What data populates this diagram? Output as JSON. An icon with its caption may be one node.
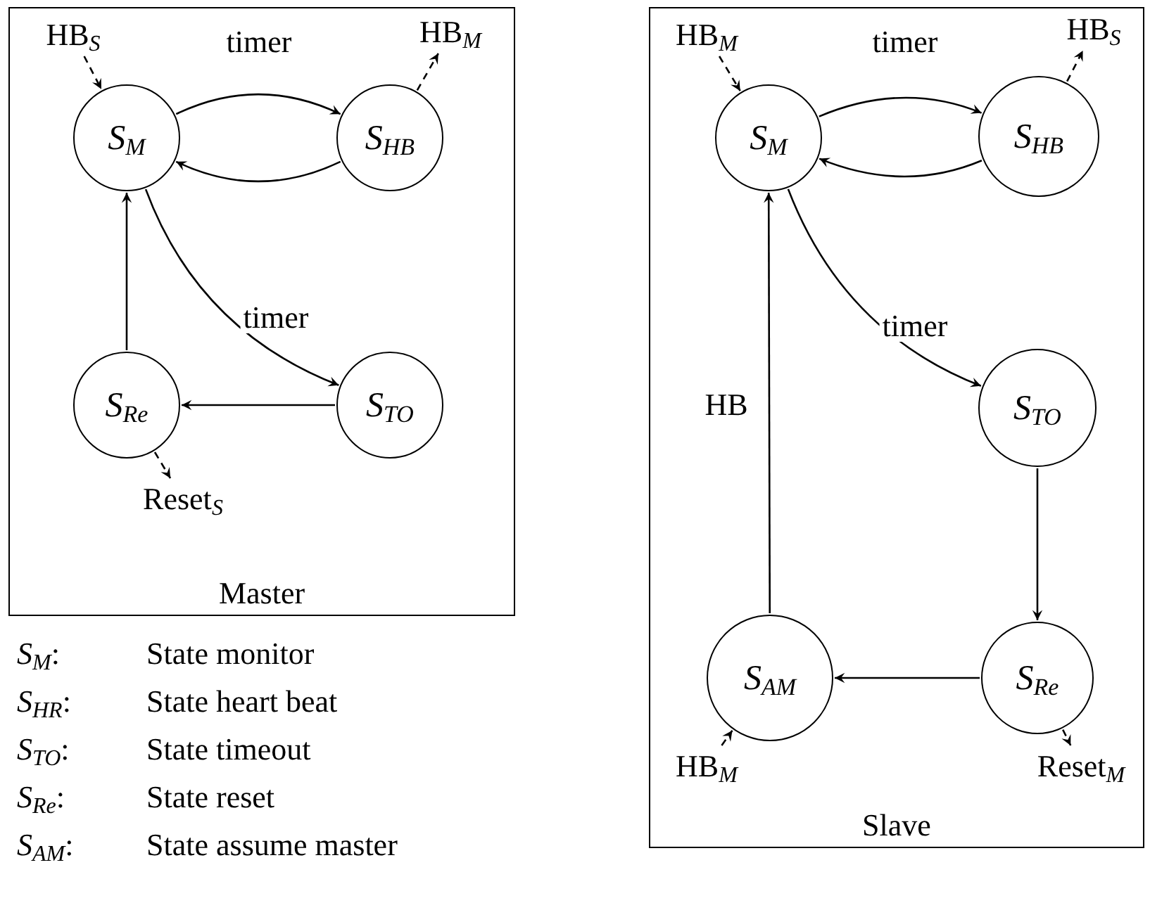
{
  "diagram": {
    "nodes": [
      {
        "text": [
          "Master"
        ]
      },
      {
        "text": [
          "S$_{M}$"
        ],
        "in": 0
      },
      {
        "text": [
          "S$_{HB}$"
        ],
        "in": 0
      },
      {
        "text": [
          "S$_{Re}$"
        ],
        "in": 0
      },
      {
        "text": [
          "S$_{TO}$"
        ],
        "in": 0
      },
      {
        "text": [
          "HB$_{S}$"
        ],
        "in": 0
      },
      {
        "text": [
          "HB$_{M}$"
        ],
        "in": 0
      },
      {
        "text": [
          "Reset$_{S}$"
        ],
        "in": 0
      },
      {
        "text": [
          "Slave"
        ]
      },
      {
        "text": [
          "S$_{M}$"
        ],
        "in": 8
      },
      {
        "text": [
          "S$_{HB}$"
        ],
        "in": 8
      },
      {
        "text": [
          "S$_{TO}$"
        ],
        "in": 8
      },
      {
        "text": [
          "S$_{Re}$"
        ],
        "in": 8
      },
      {
        "text": [
          "S$_{AM}$"
        ],
        "in": 8
      },
      {
        "text": [
          "HB$_{M}$"
        ],
        "in": 8
      },
      {
        "text": [
          "HB$_{S}$"
        ],
        "in": 8
      },
      {
        "text": [
          "HB$_{M}$"
        ],
        "in": 8
      },
      {
        "text": [
          "Reset$_{M}$"
        ],
        "in": 8
      }
    ],
    "edges": [
      {
        "from": 1,
        "to": 2,
        "arrow": "to",
        "label": "timer"
      },
      {
        "from": 2,
        "to": 1,
        "arrow": "to"
      },
      {
        "from": 1,
        "to": 4,
        "arrow": "to",
        "label": "timer"
      },
      {
        "from": 4,
        "to": 3,
        "arrow": "to"
      },
      {
        "from": 3,
        "to": 1,
        "arrow": "to"
      },
      {
        "from": 5,
        "to": 1,
        "arrow": "to",
        "style": "dashed"
      },
      {
        "from": 2,
        "to": 6,
        "arrow": "to",
        "style": "dashed"
      },
      {
        "from": 3,
        "to": 7,
        "arrow": "to",
        "style": "dashed"
      },
      {
        "from": 9,
        "to": 10,
        "arrow": "to",
        "label": "timer"
      },
      {
        "from": 10,
        "to": 9,
        "arrow": "to"
      },
      {
        "from": 9,
        "to": 11,
        "arrow": "to",
        "label": "timer"
      },
      {
        "from": 11,
        "to": 12,
        "arrow": "to"
      },
      {
        "from": 12,
        "to": 13,
        "arrow": "to"
      },
      {
        "from": 13,
        "to": 9,
        "arrow": "to",
        "label": "HB"
      },
      {
        "from": 14,
        "to": 9,
        "arrow": "to",
        "style": "dashed"
      },
      {
        "from": 10,
        "to": 15,
        "arrow": "to",
        "style": "dashed"
      },
      {
        "from": 12,
        "to": 17,
        "arrow": "to",
        "style": "dashed"
      },
      {
        "from": 16,
        "to": 13,
        "arrow": "to",
        "style": "dashed"
      }
    ],
    "labels": [
      "*S*$_{M}$:",
      "State monitor",
      "*S*$_{HR}$:",
      "State heart beat",
      "*S*$_{TO}$:",
      "State timeout",
      "*S*$_{Re}$:",
      "State reset",
      "*S*$_{AM}$:",
      "State assume master"
    ]
  }
}
